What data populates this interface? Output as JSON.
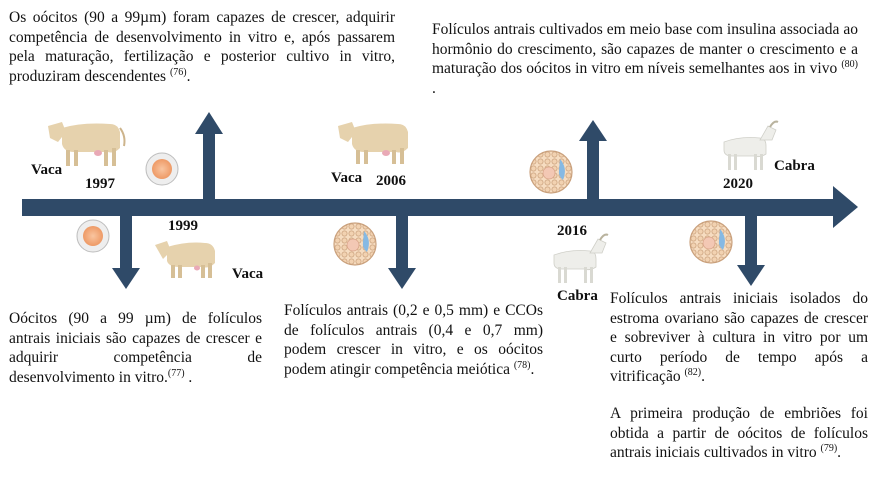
{
  "colors": {
    "arrow": "#2f4a68",
    "cow_body": "#e6d2ad",
    "goat_body": "#eeeeea",
    "follicle_ring": "#e7b98f",
    "oocyte": "#f2a271",
    "antrum": "#86b9e3"
  },
  "icons": {
    "cow": "cow-illustration",
    "goat": "goat-illustration",
    "oocyte": "oocyte-cell",
    "follicle": "antral-follicle"
  },
  "timeline": {
    "years": {
      "y1997": "1997",
      "y1999": "1999",
      "y2006": "2006",
      "y2016": "2016",
      "y2020": "2020"
    },
    "species": {
      "vaca_1997": "Vaca",
      "vaca_1999": "Vaca",
      "vaca_2006": "Vaca",
      "cabra_2016": "Cabra",
      "cabra_2020": "Cabra"
    }
  },
  "texts": {
    "t1997": {
      "body": "Os oócitos (90 a 99µm) foram capazes de crescer, adquirir competência de desenvolvimento in vitro e, após passarem pela maturação, fertilização e posterior cultivo in vitro, produziram descendentes",
      "ref": "(76)",
      "tail": "."
    },
    "t1999": {
      "body": "Oócitos (90 a 99 µm) de folículos antrais iniciais são capazes de crescer e adquirir competência de desenvolvimento in vitro.",
      "ref": "(77)",
      "tail": " ."
    },
    "t2006": {
      "body": "Folículos antrais (0,2 e 0,5 mm) e CCOs de folículos antrais (0,4 e 0,7 mm) podem crescer in vitro, e os oócitos podem atingir competência meiótica",
      "ref": "(78)",
      "tail": "."
    },
    "t2016a": {
      "body": "Folículos antrais iniciais isolados do estroma ovariano são capazes de crescer e sobreviver à cultura in vitro por um curto período de tempo após a vitrificação",
      "ref": "(82)",
      "tail": "."
    },
    "t2016b": {
      "body": "A primeira produção de embriões foi obtida a partir de oócitos de folículos antrais iniciais cultivados in vitro",
      "ref": "(79)",
      "tail": "."
    },
    "t2020": {
      "body": "Folículos antrais cultivados em meio base com insulina associada ao hormônio do crescimento, são capazes de manter o crescimento e a maturação dos oócitos in vitro em níveis semelhantes aos in vivo",
      "ref": "(80)",
      "tail": " ."
    }
  }
}
